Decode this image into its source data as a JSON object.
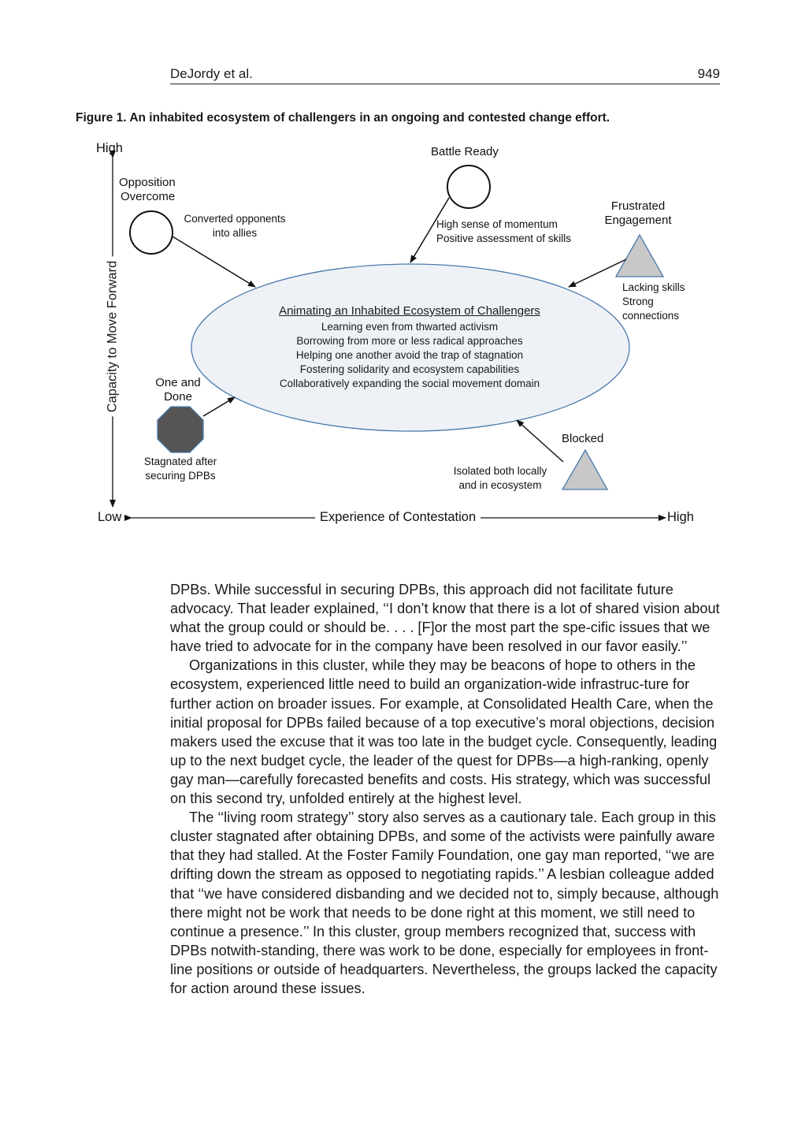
{
  "header": {
    "author": "DeJordy et al.",
    "page_number": "949"
  },
  "figure": {
    "caption": "Figure 1.  An inhabited ecosystem of challengers in an ongoing and contested change effort.",
    "y_axis": {
      "label": "Capacity to Move Forward",
      "high": "High",
      "low": "Low"
    },
    "x_axis": {
      "label": "Experience of Contestation",
      "low": "Low",
      "high": "High"
    },
    "center": {
      "title": "Animating an Inhabited Ecosystem of Challengers",
      "lines": [
        "Learning even from thwarted activism",
        "Borrowing from more or less radical approaches",
        "Helping one another avoid the trap of stagnation",
        "Fostering solidarity and ecosystem capabilities",
        "Collaboratively expanding the social movement domain"
      ]
    },
    "nodes": {
      "opposition_overcome": {
        "name_line1": "Opposition",
        "name_line2": "Overcome",
        "desc_line1": "Converted opponents",
        "desc_line2": "into allies",
        "shape": "circle",
        "fill": "#ffffff"
      },
      "battle_ready": {
        "name": "Battle Ready",
        "desc_line1": "High sense of momentum",
        "desc_line2": "Positive assessment of skills",
        "shape": "circle",
        "fill": "#ffffff"
      },
      "frustrated_engagement": {
        "name_line1": "Frustrated",
        "name_line2": "Engagement",
        "desc_line1": "Lacking skills",
        "desc_line2": "Strong",
        "desc_line3": "connections",
        "shape": "triangle",
        "fill": "#c8c8c8"
      },
      "one_and_done": {
        "name_line1": "One and",
        "name_line2": "Done",
        "desc_line1": "Stagnated after",
        "desc_line2": "securing DPBs",
        "shape": "octagon",
        "fill": "#555555"
      },
      "blocked": {
        "name": "Blocked",
        "desc_line1": "Isolated both locally",
        "desc_line2": "and in ecosystem",
        "shape": "triangle",
        "fill": "#c8c8c8"
      }
    },
    "colors": {
      "ellipse_fill": "#eef2f7",
      "ellipse_stroke": "#4a7aab",
      "triangle_stroke": "#4a7aab",
      "octagon_stroke": "#4a7aab"
    }
  },
  "body": {
    "paragraphs": [
      "DPBs. While successful in securing DPBs, this approach did not facilitate future advocacy. That leader explained, ‘‘I don’t know that there is a lot of shared vision about what the group could or should be. . . . [F]or the most part the spe-cific issues that we have tried to advocate for in the company have been resolved in our favor easily.’’",
      "Organizations in this cluster, while they may be beacons of hope to others in the ecosystem, experienced little need to build an organization-wide infrastruc-ture for further action on broader issues. For example, at Consolidated Health Care, when the initial proposal for DPBs failed because of a top executive’s moral objections, decision makers used the excuse that it was too late in the budget cycle. Consequently, leading up to the next budget cycle, the leader of the quest for DPBs—a high-ranking, openly gay man—carefully forecasted benefits and costs. His strategy, which was successful on this second try, unfolded entirely at the highest level.",
      "The ‘‘living room strategy’’ story also serves as a cautionary tale. Each group in this cluster stagnated after obtaining DPBs, and some of the activists were painfully aware that they had stalled. At the Foster Family Foundation, one gay man reported, ‘‘we are drifting down the stream as opposed to negotiating rapids.’’ A lesbian colleague added that ‘‘we have considered disbanding and we decided not to, simply because, although there might not be work that needs to be done right at this moment, we still need to continue a presence.’’ In this cluster, group members recognized that, success with DPBs notwith-standing, there was work to be done, especially for employees in front-line positions or outside of headquarters. Nevertheless, the groups lacked the capacity for action around these issues."
    ]
  }
}
